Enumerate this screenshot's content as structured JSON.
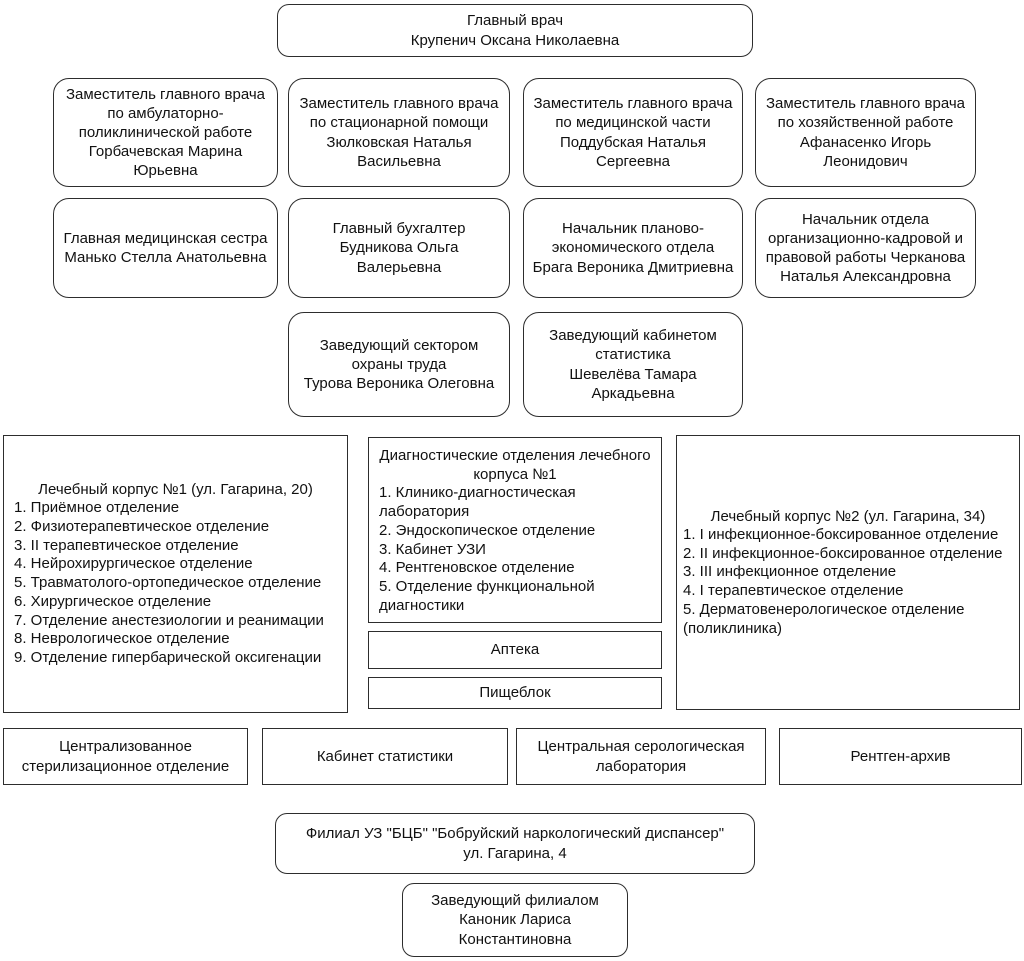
{
  "diagram": {
    "type": "org-chart",
    "language": "ru",
    "colors": {
      "background": "#ffffff",
      "border": "#2d2d2d",
      "text": "#111111"
    },
    "chief": {
      "lines": [
        "Главный врач",
        "Крупенич Оксана Николаевна"
      ]
    },
    "deputies": [
      {
        "lines": [
          "Заместитель главного врача",
          "по амбулаторно-",
          "поликлинической работе",
          "Горбачевская Марина",
          "Юрьевна"
        ]
      },
      {
        "lines": [
          "Заместитель главного врача",
          "по стационарной помощи",
          "Зюлковская Наталья",
          "Васильевна"
        ]
      },
      {
        "lines": [
          "Заместитель главного врача",
          "по медицинской части",
          "Поддубская Наталья",
          "Сергеевна"
        ]
      },
      {
        "lines": [
          "Заместитель главного врача",
          "по хозяйственной работе",
          "Афанасенко Игорь",
          "Леонидович"
        ]
      }
    ],
    "managers": [
      {
        "lines": [
          "Главная медицинская сестра",
          "Манько Стелла Анатольевна"
        ]
      },
      {
        "lines": [
          "Главный бухгалтер",
          "Будникова Ольга Валерьевна"
        ]
      },
      {
        "lines": [
          "Начальник планово-",
          "экономического отдела",
          "Брага Вероника Дмитриевна"
        ]
      },
      {
        "lines": [
          "Начальник отдела",
          "организационно-кадровой и",
          "правовой работы Черканова",
          "Наталья Александровна"
        ]
      }
    ],
    "sector_heads": [
      {
        "lines": [
          "Заведующий сектором",
          "охраны труда",
          "Турова Вероника Олеговна"
        ]
      },
      {
        "lines": [
          "Заведующий кабинетом",
          "статистика",
          "Шевелёва Тамара",
          "Аркадьевна"
        ]
      }
    ],
    "sections": {
      "building1": {
        "title": "Лечебный корпус №1 (ул. Гагарина, 20)",
        "items": [
          "1. Приёмное отделение",
          "2. Физиотерапевтическое отделение",
          "3. II терапевтическое отделение",
          "4. Нейрохирургическое отделение",
          "5. Травматолого-ортопедическое отделение",
          "6. Хирургическое отделение",
          "7. Отделение анестезиологии и реанимации",
          "8. Неврологическое отделение",
          "9. Отделение гипербарической оксигенации"
        ]
      },
      "diagnostics": {
        "title": [
          "Диагностические отделения лечебного",
          "корпуса №1"
        ],
        "items": [
          "1. Клинико-диагностическая\nлаборатория",
          "2. Эндоскопическое отделение",
          "3. Кабинет УЗИ",
          "4. Рентгеновское отделение",
          "5. Отделение функциональной\nдиагностики"
        ]
      },
      "pharmacy": {
        "label": "Аптека"
      },
      "food_unit": {
        "label": "Пищеблок"
      },
      "building2": {
        "title": "Лечебный корпус №2 (ул. Гагарина, 34)",
        "items": [
          "1. I инфекционное-боксированное отделение",
          "2. II инфекционное-боксированное отделение",
          "3. III инфекционное отделение",
          "4. I терапевтическое отделение",
          "5. Дерматовенерологическое отделение\n(поликлиника)"
        ]
      }
    },
    "facilities": [
      {
        "lines": [
          "Централизованное",
          "стерилизационное отделение"
        ]
      },
      {
        "lines": [
          "Кабинет статистики"
        ]
      },
      {
        "lines": [
          "Центральная серологическая",
          "лаборатория"
        ]
      },
      {
        "lines": [
          "Рентген-архив"
        ]
      }
    ],
    "filial": {
      "lines": [
        "Филиал УЗ \"БЦБ\" \"Бобруйский наркологический диспансер\"",
        "ул. Гагарина, 4"
      ]
    },
    "filial_head": {
      "lines": [
        "Заведующий филиалом",
        "Каноник Лариса",
        "Константиновна"
      ]
    }
  }
}
